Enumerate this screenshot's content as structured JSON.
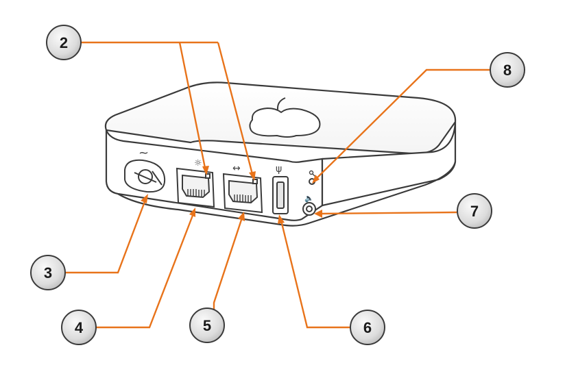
{
  "colors": {
    "leader": "#e8731a",
    "outline": "#3a3a3a",
    "body_fill": "#ffffff",
    "callout_fill": "#e4e4e4"
  },
  "device": {
    "port_glyphs": {
      "power": "~",
      "wan": "☼",
      "lan": "↔",
      "usb": "ψ",
      "audio": "🔈"
    }
  },
  "callouts": [
    {
      "id": "2",
      "label": "2",
      "target": "ethernet-port-leds"
    },
    {
      "id": "3",
      "label": "3",
      "target": "power-port"
    },
    {
      "id": "4",
      "label": "4",
      "target": "wan-port"
    },
    {
      "id": "5",
      "label": "5",
      "target": "lan-port"
    },
    {
      "id": "6",
      "label": "6",
      "target": "usb-port"
    },
    {
      "id": "7",
      "label": "7",
      "target": "audio-port"
    },
    {
      "id": "8",
      "label": "8",
      "target": "reset-button"
    }
  ]
}
